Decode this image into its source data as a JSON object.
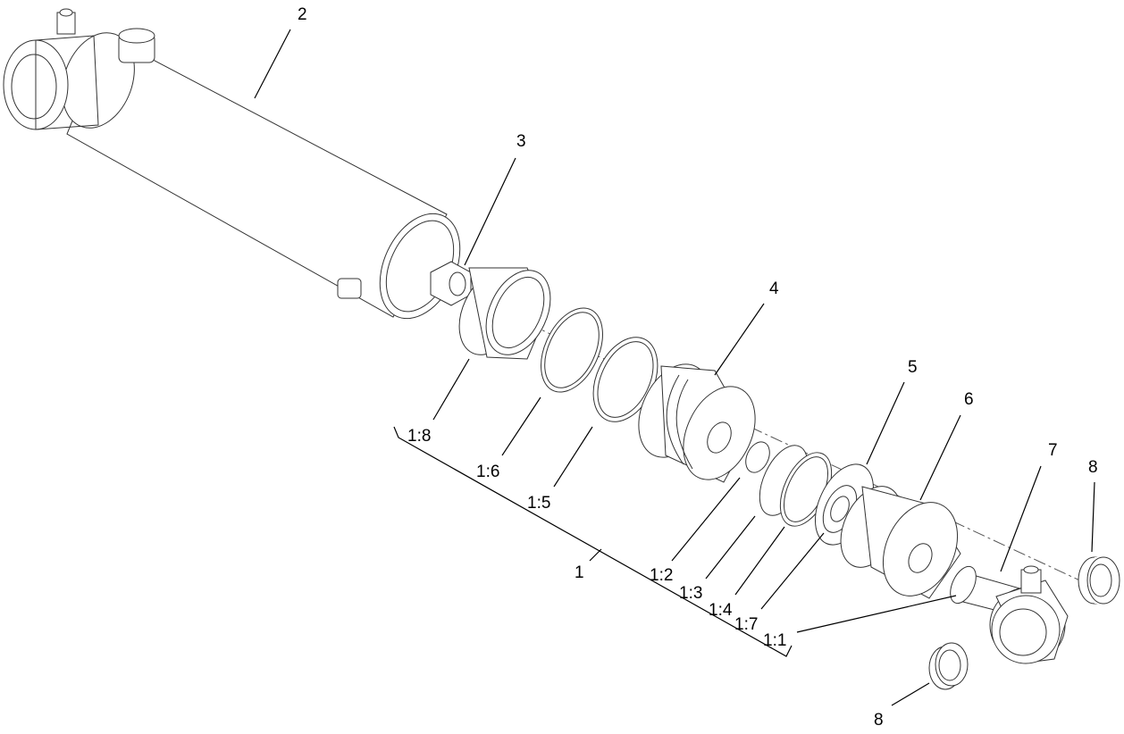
{
  "diagram": {
    "type": "exploded parts view",
    "callouts": {
      "p2": "2",
      "p3": "3",
      "p4": "4",
      "p5": "5",
      "p6": "6",
      "p7": "7",
      "p8a": "8",
      "p8b": "8",
      "p1": "1",
      "p1_8": "1:8",
      "p1_6": "1:6",
      "p1_5": "1:5",
      "p1_2": "1:2",
      "p1_3": "1:3",
      "p1_4": "1:4",
      "p1_7": "1:7",
      "p1_1": "1:1"
    }
  }
}
